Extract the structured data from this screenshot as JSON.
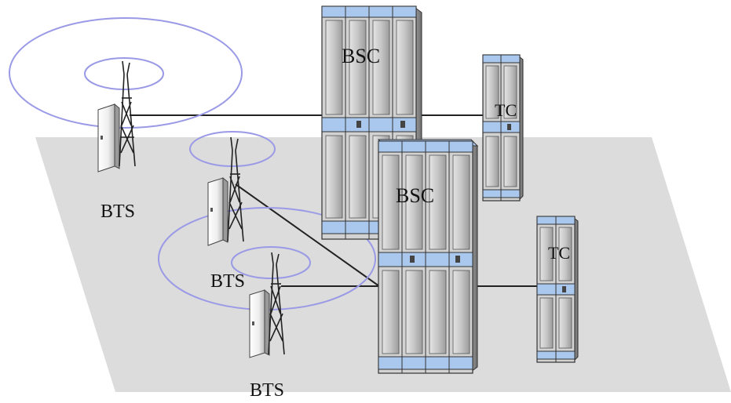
{
  "labels": {
    "bts_1": "BTS",
    "bts_2": "BTS",
    "bts_3": "BTS",
    "bsc_1": "BSC",
    "bsc_2": "BSC",
    "tc_1": "TC",
    "tc_2": "TC"
  },
  "colors": {
    "floor": "#dcdcdc",
    "cell_coverage": "#9a9ae6",
    "cabinet_body": "#d2d2d2",
    "cabinet_panel": "#bdbdbd",
    "cabinet_band": "#aac8ee",
    "link": "#222222"
  },
  "icons": {
    "bts": "tower-icon",
    "bsc": "cabinet-icon",
    "tc": "cabinet-icon"
  }
}
